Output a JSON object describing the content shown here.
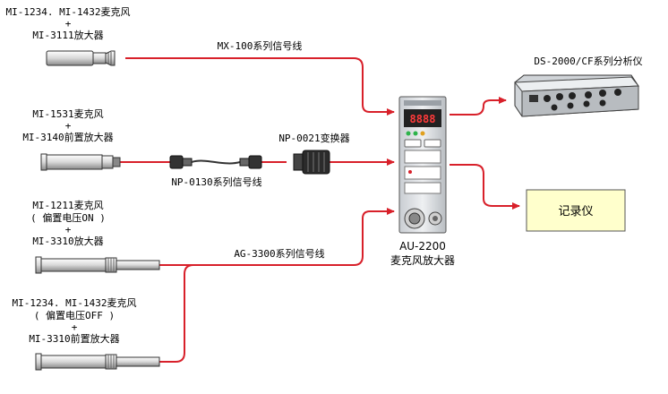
{
  "colors": {
    "cable": "#d8202a",
    "recorder_fill": "#ffffcc",
    "device": "#d9dde2"
  },
  "sources": [
    {
      "lines": [
        "MI-1234. MI-1432麦克风",
        "+",
        "MI-3111放大器"
      ]
    },
    {
      "lines": [
        "MI-1531麦克风",
        "+",
        "MI-3140前置放大器"
      ]
    },
    {
      "lines": [
        "MI-1211麦克风",
        "( 偏置电压ON )",
        "+",
        "MI-3310放大器"
      ]
    },
    {
      "lines": [
        "MI-1234. MI-1432麦克风",
        "( 偏置电压OFF )",
        "+",
        "MI-3310前置放大器"
      ]
    }
  ],
  "cables": {
    "mx100": "MX-100系列信号线",
    "np0130": "NP-0130系列信号线",
    "np0021": "NP-0021变换器",
    "ag3300": "AG-3300系列信号线"
  },
  "amplifier": {
    "model": "AU-2200",
    "name": "麦克风放大器",
    "display": "8888"
  },
  "analyzer": {
    "label": "DS-2000/CF系列分析仪"
  },
  "recorder": {
    "label": "记录仪"
  },
  "icons": [
    "microphone-icon",
    "connector-icon",
    "amplifier-device-icon",
    "analyzer-device-icon",
    "arrow-icon"
  ]
}
